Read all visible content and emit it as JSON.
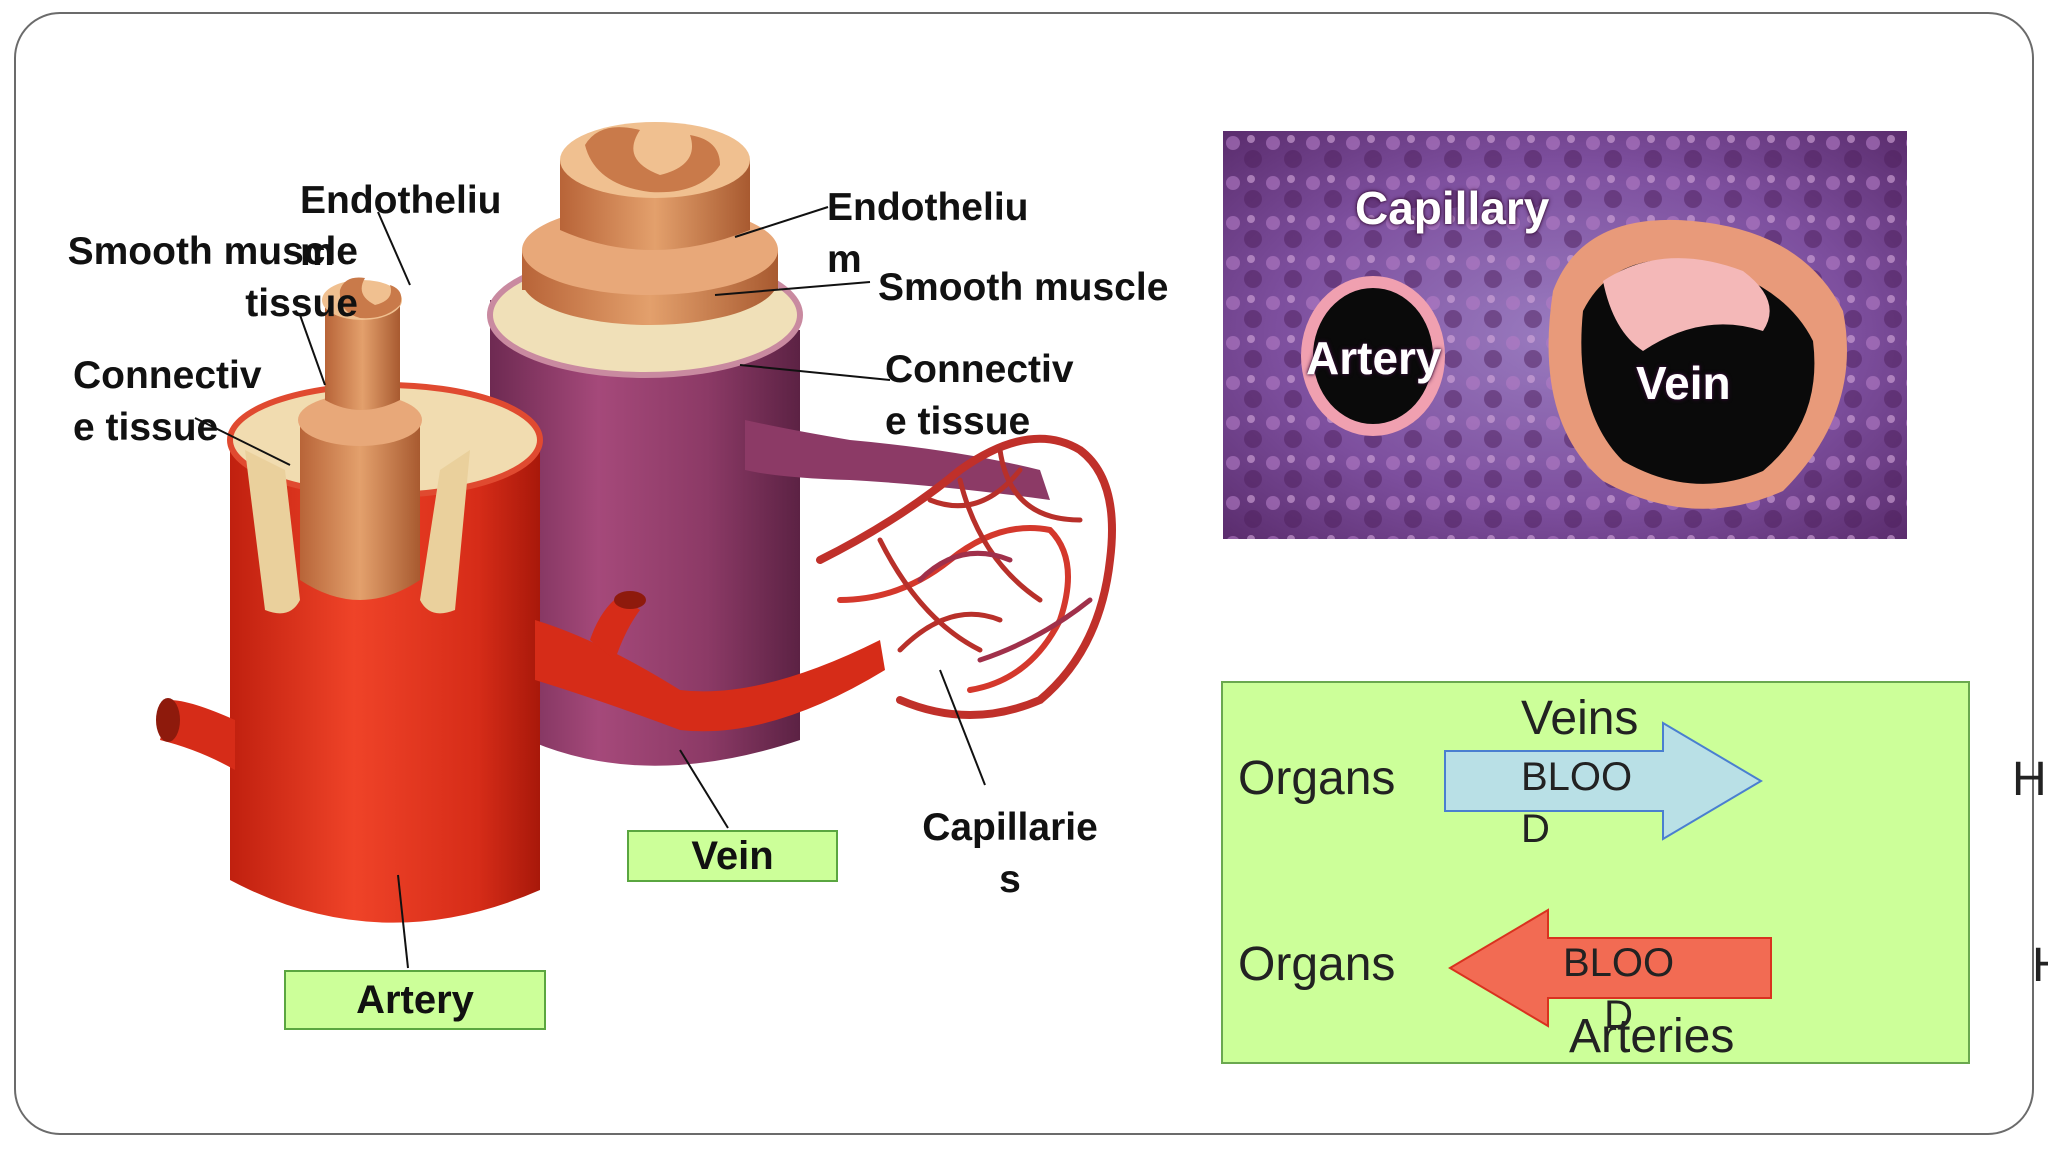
{
  "diagram": {
    "labels": {
      "smooth_muscle_left": "Smooth muscle\ntissue",
      "endothelium_left": "Endotheliu\nm",
      "connective_left": "Connectiv\ne tissue",
      "endothelium_right": "Endotheliu\nm",
      "smooth_muscle_right": "Smooth muscle",
      "connective_right": "Connectiv\ne tissue",
      "capillaries": "Capillarie\ns"
    },
    "boxes": {
      "vein": "Vein",
      "artery": "Artery"
    },
    "colors": {
      "label_box_fill": "#ccff99",
      "artery_red": "#e0301e",
      "vein_purple": "#9a3d6e"
    }
  },
  "micrograph": {
    "capillary": "Capillary",
    "artery": "Artery",
    "vein": "Vein"
  },
  "flow": {
    "top_heading": "Veins",
    "top_left": "Organs",
    "top_arrow_text": "BLOO\nD",
    "bottom_left": "Organs",
    "bottom_arrow_text": "BLOO\nD",
    "bottom_heading": "Arteries",
    "right_fragment_top": "H",
    "right_fragment_bottom": "H",
    "colors": {
      "top_arrow_fill": "#b9e0e6",
      "top_arrow_stroke": "#4a7fd0",
      "bottom_arrow_fill": "#f26b53",
      "bottom_arrow_stroke": "#d9321f",
      "panel_fill": "#ccff99"
    }
  }
}
